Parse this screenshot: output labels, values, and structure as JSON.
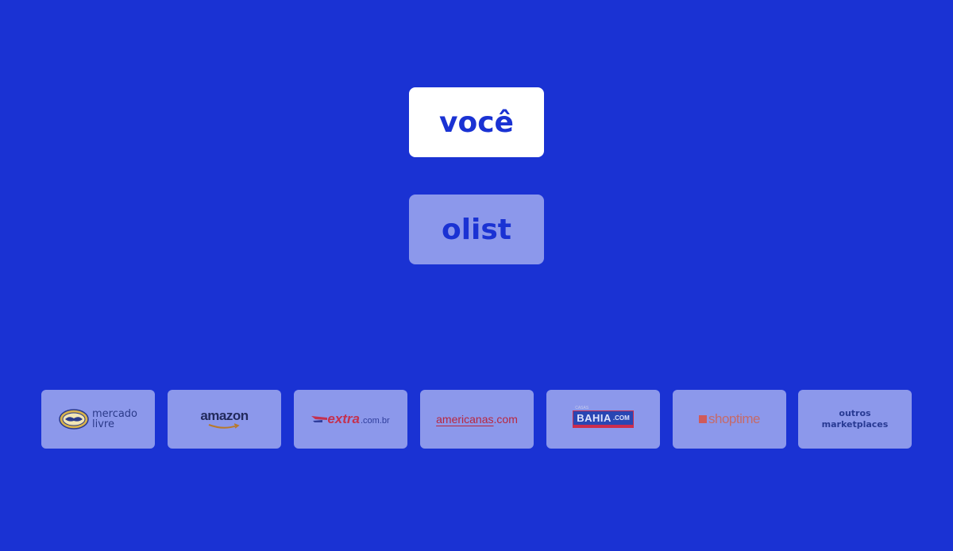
{
  "top_node": {
    "label": "você"
  },
  "middle_node": {
    "label": "olist"
  },
  "marketplaces": {
    "mercado_livre": {
      "line1": "mercado",
      "line2": "livre"
    },
    "amazon": {
      "label": "amazon"
    },
    "extra": {
      "word": "extra",
      "domain": ".com.br"
    },
    "americanas": {
      "word": "americanas",
      "domain": ".com"
    },
    "casas_bahia": {
      "small": "CASAS",
      "word": "BAHIA",
      "domain": ".COM"
    },
    "shoptime": {
      "label": "shoptime"
    },
    "others": {
      "line1": "outros",
      "line2": "marketplaces"
    }
  },
  "colors": {
    "background": "#1a32d3",
    "card": "#8c98eb",
    "text": "#1a32d3"
  }
}
